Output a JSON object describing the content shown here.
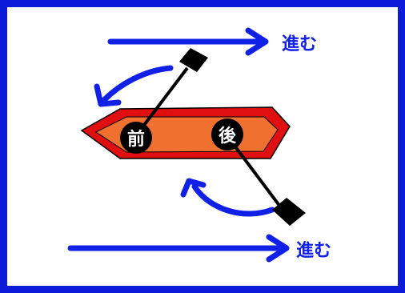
{
  "frame_color": "#0b1bd8",
  "arrow_color": "#1020e6",
  "boat": {
    "outer_color": "#e01010",
    "inner_color": "#f07030",
    "outline_color": "#000000"
  },
  "top_label": "進む",
  "bottom_label": "進む",
  "front_seat_label": "前",
  "rear_seat_label": "後",
  "paddle_color": "#000000",
  "seat_color": "#000000",
  "seat_text_color": "#ffffff"
}
